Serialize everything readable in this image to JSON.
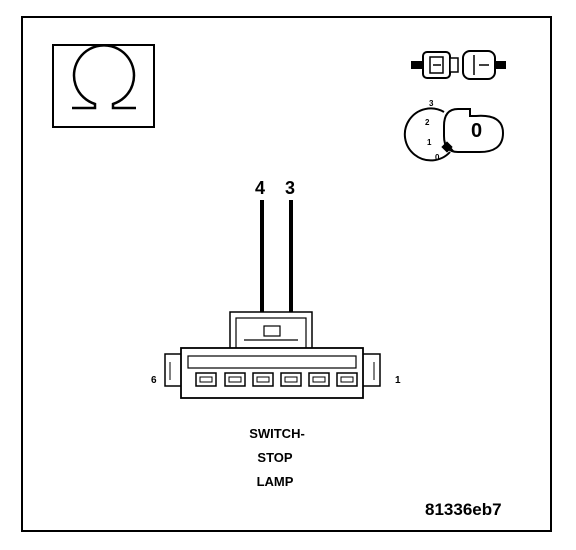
{
  "diagram": {
    "selected_pins": [
      "4",
      "3"
    ],
    "end_pin_left": "6",
    "end_pin_right": "1",
    "ignition_positions": [
      "3",
      "2",
      "1",
      "0"
    ],
    "key_label": "0",
    "component_name_lines": [
      "SWITCH-",
      "STOP",
      "LAMP"
    ],
    "figure_code": "81336eb7"
  },
  "icons": {
    "meter": "ohmmeter-symbol-icon",
    "connector": "disconnected-connector-icon",
    "ignition": "ignition-key-off-icon"
  },
  "colors": {
    "line": "#000000",
    "background": "#ffffff"
  }
}
